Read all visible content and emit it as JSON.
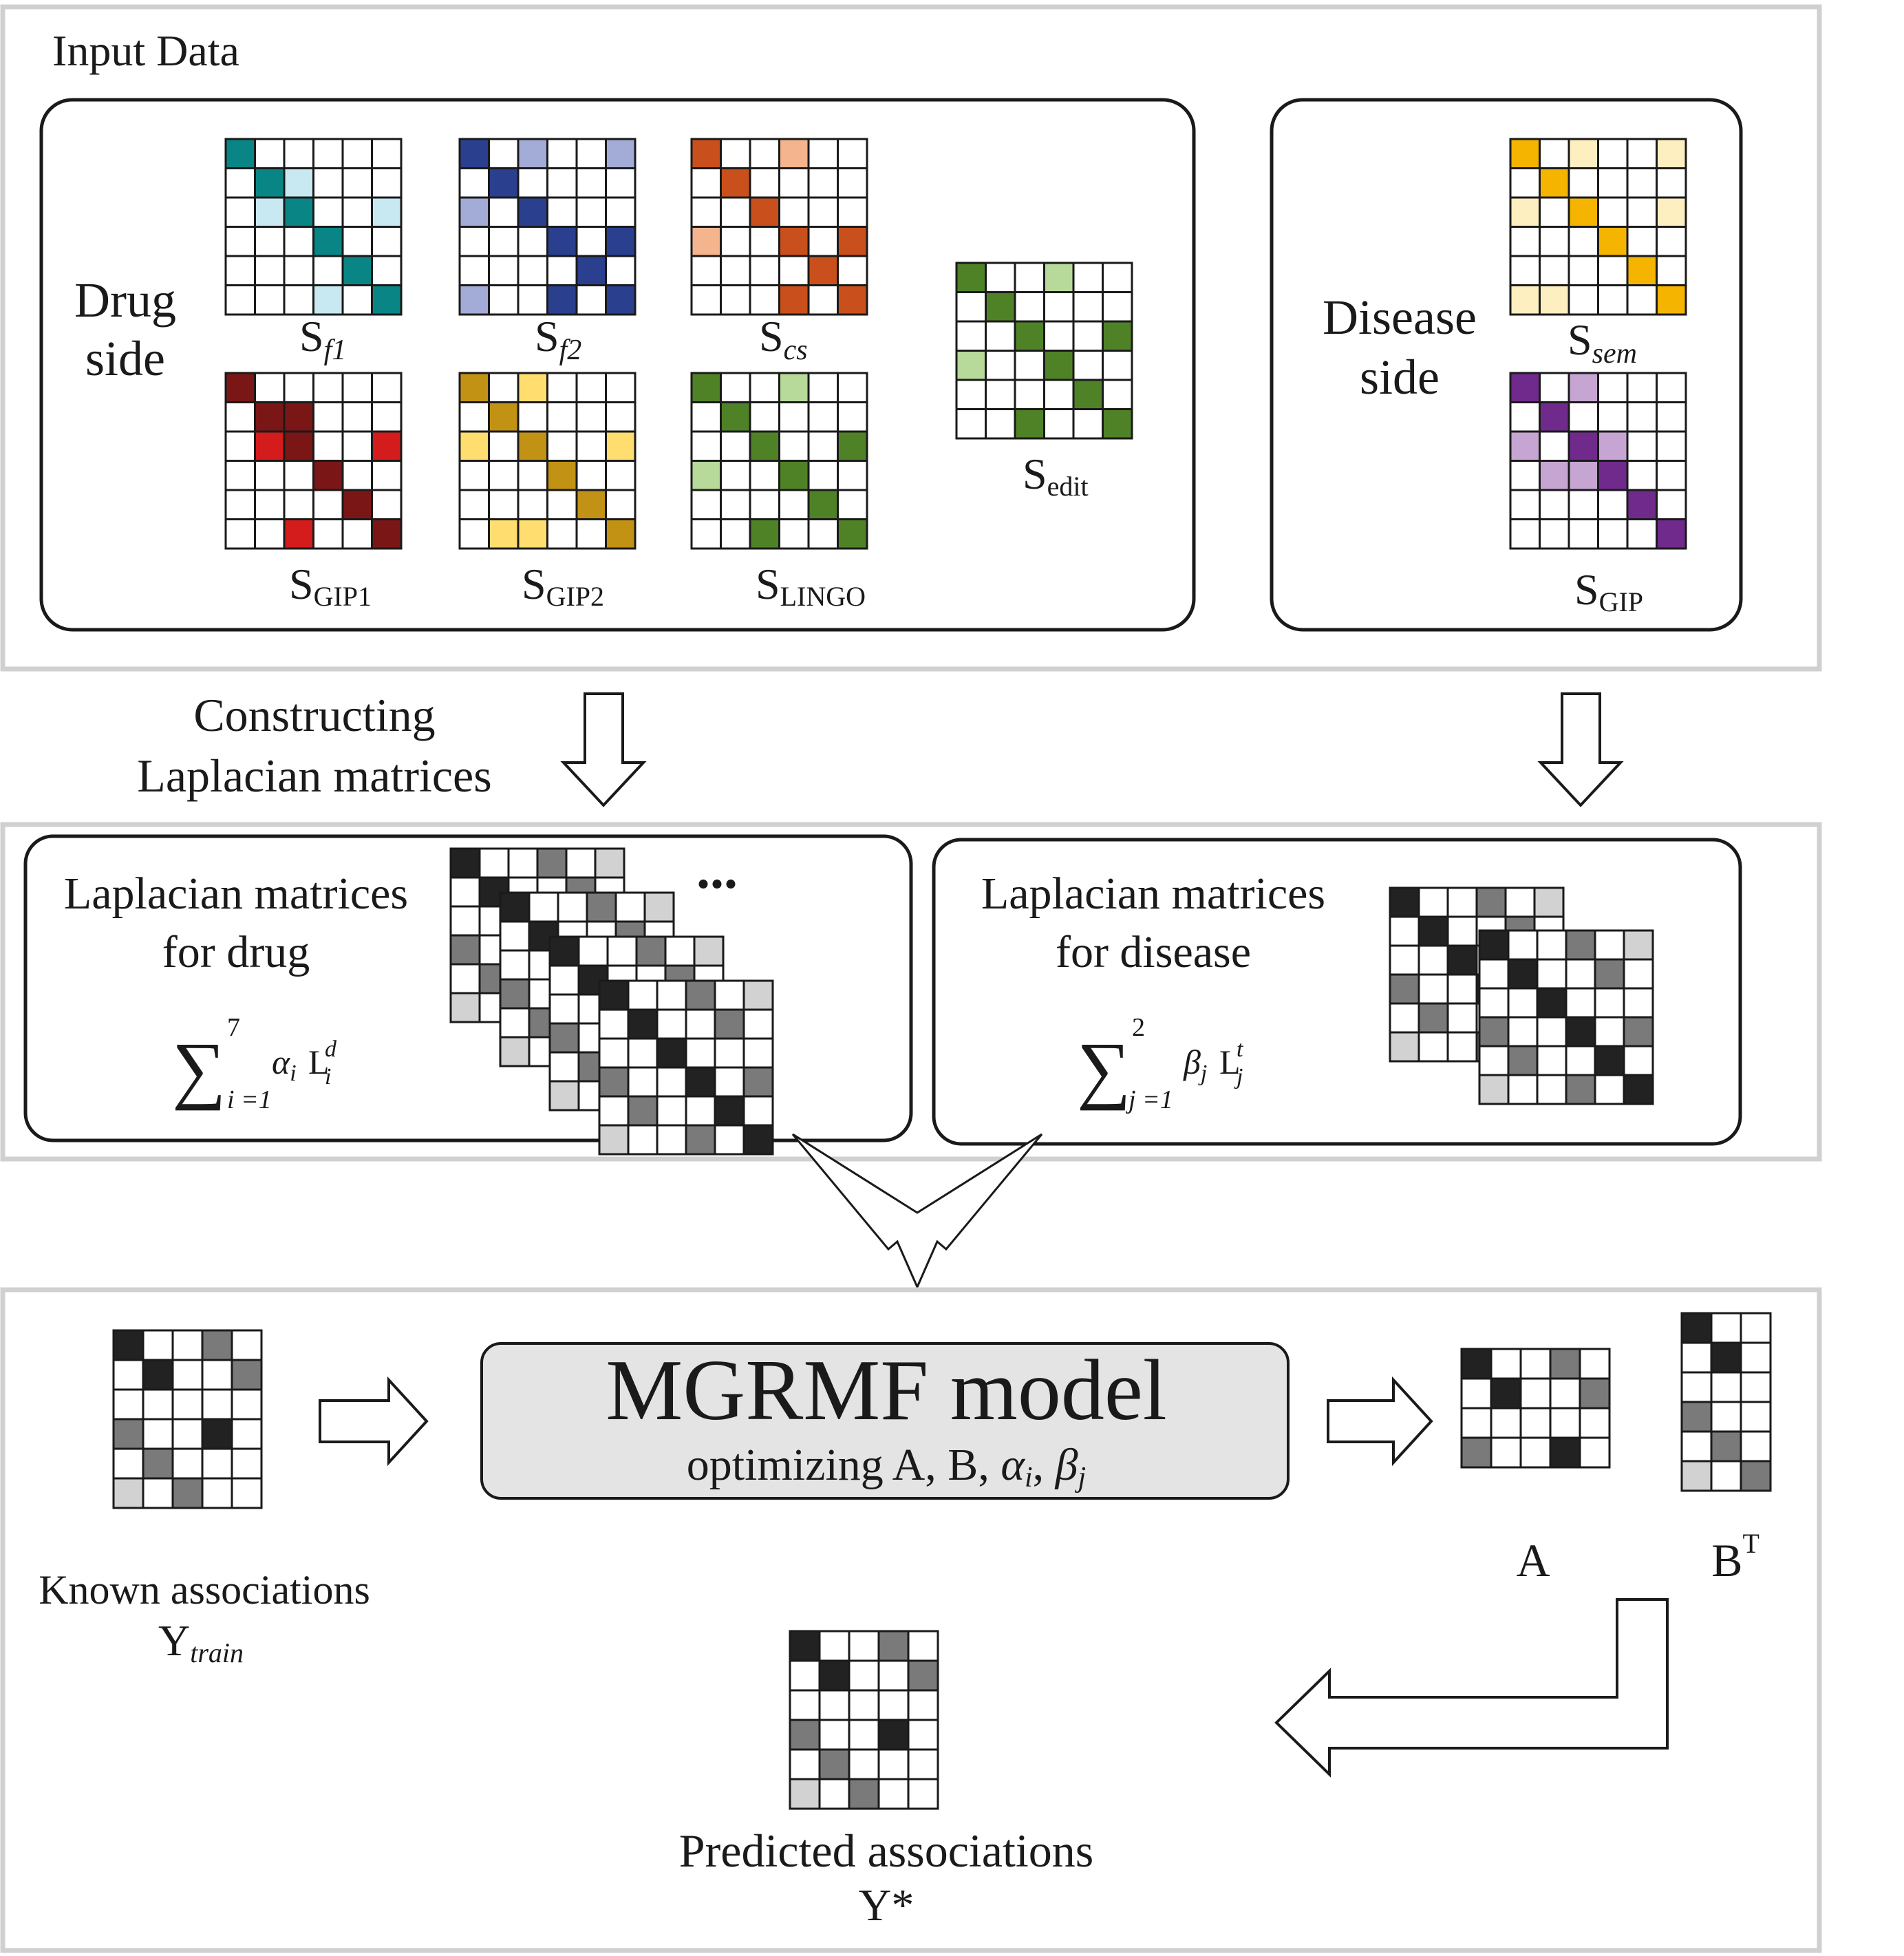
{
  "input_section": {
    "title": "Input Data",
    "drug_label": [
      "Drug",
      "side"
    ],
    "disease_label": [
      "Disease",
      "side"
    ]
  },
  "laplacian_step": {
    "label": [
      "Constructing",
      "Laplacian matrices"
    ]
  },
  "drug_matrices": [
    {
      "id": "sf1",
      "sub": "f1",
      "sub_italic": true,
      "color": "#0a8585",
      "light": "#c8e8f2",
      "cells": [
        [
          2,
          0,
          0,
          0,
          0,
          0
        ],
        [
          0,
          2,
          1,
          0,
          0,
          0
        ],
        [
          0,
          1,
          2,
          0,
          0,
          1
        ],
        [
          0,
          0,
          0,
          2,
          0,
          0
        ],
        [
          0,
          0,
          0,
          0,
          2,
          0
        ],
        [
          0,
          0,
          0,
          1,
          0,
          2
        ]
      ]
    },
    {
      "id": "sf2",
      "sub": "f2",
      "sub_italic": true,
      "color": "#2b3f8f",
      "light": "#a3acd6",
      "cells": [
        [
          2,
          0,
          1,
          0,
          0,
          1
        ],
        [
          0,
          2,
          0,
          0,
          0,
          0
        ],
        [
          1,
          0,
          2,
          0,
          0,
          0
        ],
        [
          0,
          0,
          0,
          2,
          0,
          2
        ],
        [
          0,
          0,
          0,
          0,
          2,
          0
        ],
        [
          1,
          0,
          0,
          2,
          0,
          2
        ]
      ]
    },
    {
      "id": "scs",
      "sub": "cs",
      "sub_italic": true,
      "color": "#c9501c",
      "light": "#f4b48e",
      "cells": [
        [
          2,
          0,
          0,
          1,
          0,
          0
        ],
        [
          0,
          2,
          0,
          0,
          0,
          0
        ],
        [
          0,
          0,
          2,
          0,
          0,
          0
        ],
        [
          1,
          0,
          0,
          2,
          0,
          2
        ],
        [
          0,
          0,
          0,
          0,
          2,
          0
        ],
        [
          0,
          0,
          0,
          2,
          0,
          2
        ]
      ]
    },
    {
      "id": "sgip1",
      "sub": "GIP1",
      "sub_italic": false,
      "color": "#7b1616",
      "light": "#d41c1c",
      "cells": [
        [
          2,
          0,
          0,
          0,
          0,
          0
        ],
        [
          0,
          2,
          2,
          0,
          0,
          0
        ],
        [
          0,
          1,
          2,
          0,
          0,
          1
        ],
        [
          0,
          0,
          0,
          2,
          0,
          0
        ],
        [
          0,
          0,
          0,
          0,
          2,
          0
        ],
        [
          0,
          0,
          1,
          0,
          0,
          2
        ]
      ]
    },
    {
      "id": "sgip2",
      "sub": "GIP2",
      "sub_italic": false,
      "color": "#c29214",
      "light": "#ffdd6e",
      "cells": [
        [
          2,
          0,
          1,
          0,
          0,
          0
        ],
        [
          0,
          2,
          0,
          0,
          0,
          0
        ],
        [
          1,
          0,
          2,
          0,
          0,
          1
        ],
        [
          0,
          0,
          0,
          2,
          0,
          0
        ],
        [
          0,
          0,
          0,
          0,
          2,
          0
        ],
        [
          0,
          1,
          1,
          0,
          0,
          2
        ]
      ]
    },
    {
      "id": "slingo",
      "sub": "LINGO",
      "sub_italic": false,
      "color": "#4f8226",
      "light": "#b7d99a",
      "cells": [
        [
          2,
          0,
          0,
          1,
          0,
          0
        ],
        [
          0,
          2,
          0,
          0,
          0,
          0
        ],
        [
          0,
          0,
          2,
          0,
          0,
          2
        ],
        [
          1,
          0,
          0,
          2,
          0,
          0
        ],
        [
          0,
          0,
          0,
          0,
          2,
          0
        ],
        [
          0,
          0,
          2,
          0,
          0,
          2
        ]
      ]
    },
    {
      "id": "sedit",
      "sub": "edit",
      "sub_italic": false,
      "color": "#4f8226",
      "light": "#b7d99a",
      "cells": [
        [
          2,
          0,
          0,
          1,
          0,
          0
        ],
        [
          0,
          2,
          0,
          0,
          0,
          0
        ],
        [
          0,
          0,
          2,
          0,
          0,
          2
        ],
        [
          1,
          0,
          0,
          2,
          0,
          0
        ],
        [
          0,
          0,
          0,
          0,
          2,
          0
        ],
        [
          0,
          0,
          2,
          0,
          0,
          2
        ]
      ]
    }
  ],
  "disease_matrices": [
    {
      "id": "ssem",
      "sub": "sem",
      "sub_italic": true,
      "color": "#f4b400",
      "light": "#fdefc0",
      "cells": [
        [
          2,
          0,
          1,
          0,
          0,
          1
        ],
        [
          0,
          2,
          0,
          0,
          0,
          0
        ],
        [
          1,
          0,
          2,
          0,
          0,
          1
        ],
        [
          0,
          0,
          0,
          2,
          0,
          0
        ],
        [
          0,
          0,
          0,
          0,
          2,
          0
        ],
        [
          1,
          1,
          0,
          0,
          0,
          2
        ]
      ]
    },
    {
      "id": "sgip",
      "sub": "GIP",
      "sub_italic": false,
      "color": "#702a8c",
      "light": "#c6a5d3",
      "cells": [
        [
          2,
          0,
          1,
          0,
          0,
          0
        ],
        [
          0,
          2,
          0,
          0,
          0,
          0
        ],
        [
          1,
          0,
          2,
          1,
          0,
          0
        ],
        [
          0,
          1,
          1,
          2,
          0,
          0
        ],
        [
          0,
          0,
          0,
          0,
          2,
          0
        ],
        [
          0,
          0,
          0,
          0,
          0,
          2
        ]
      ]
    }
  ],
  "laplacian_drug": {
    "title": [
      "Laplacian matrices",
      "for drug"
    ],
    "ellipsis": "...",
    "sum_upper": "7",
    "sum_lower": "i =1",
    "coef": "α",
    "coef_sub": "i",
    "L": "L",
    "L_sup": "d",
    "L_sub": "i"
  },
  "laplacian_disease": {
    "title": [
      "Laplacian matrices",
      "for disease"
    ],
    "sum_upper": "2",
    "sum_lower": "j =1",
    "coef": "β",
    "coef_sub": "j",
    "L": "L",
    "L_sup": "t",
    "L_sub": "j"
  },
  "model": {
    "name": "MGRMF model",
    "subtitle_prefix": "optimizing A, B, ",
    "alpha": "α",
    "alpha_sub": "i",
    "comma": ", ",
    "beta": "β",
    "beta_sub": "j"
  },
  "known": {
    "label": "Known associations",
    "symbol": "Y",
    "symbol_sub": "train"
  },
  "outputs": {
    "a_label": "A",
    "b_label": "B",
    "b_sup": "T"
  },
  "predicted": {
    "label": "Predicted associations",
    "symbol": "Y*"
  },
  "gray_palette": {
    "dark": "#222222",
    "mid": "#7a7a7a",
    "light": "#d2d2d2",
    "border": "#cfcfcf"
  }
}
